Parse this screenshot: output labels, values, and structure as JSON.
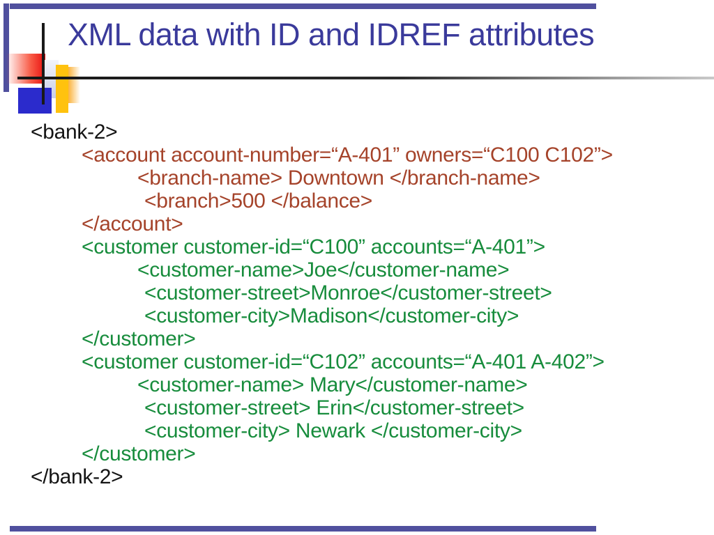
{
  "slide": {
    "title": "XML data with ID and IDREF attributes"
  },
  "colors": {
    "title": "#3a3a9b",
    "border_purple": "#50509e",
    "black": "#141414",
    "darkred": "#a5432a",
    "green": "#178c3c",
    "accent_blue": "#2b2bcc",
    "accent_yellow": "#ffc20e",
    "accent_red": "#e81010"
  },
  "code": {
    "lines": [
      {
        "text": "<bank-2>",
        "color": "black",
        "indent": 0
      },
      {
        "text": "<account account-number=“A-401” owners=“C100 C102”>",
        "color": "darkred",
        "indent": 1
      },
      {
        "text": "<branch-name> Downtown </branch-name>",
        "color": "darkred",
        "indent": 2
      },
      {
        "text": "<branch>500 </balance>",
        "color": "darkred",
        "indent": 3
      },
      {
        "text": "</account>",
        "color": "darkred",
        "indent": 1
      },
      {
        "text": "<customer customer-id=“C100” accounts=“A-401”>",
        "color": "green",
        "indent": 1
      },
      {
        "text": "<customer-name>Joe</customer-name>",
        "color": "green",
        "indent": 2
      },
      {
        "text": "<customer-street>Monroe</customer-street>",
        "color": "green",
        "indent": 3
      },
      {
        "text": "<customer-city>Madison</customer-city>",
        "color": "green",
        "indent": 3
      },
      {
        "text": "</customer>",
        "color": "green",
        "indent": 1
      },
      {
        "text": "<customer customer-id=“C102” accounts=“A-401 A-402”>",
        "color": "green",
        "indent": 1
      },
      {
        "text": "<customer-name> Mary</customer-name>",
        "color": "green",
        "indent": 2
      },
      {
        "text": "<customer-street> Erin</customer-street>",
        "color": "green",
        "indent": 3
      },
      {
        "text": "<customer-city> Newark </customer-city>",
        "color": "green",
        "indent": 3
      },
      {
        "text": "</customer>",
        "color": "green",
        "indent": 1
      },
      {
        "text": "</bank-2>",
        "color": "black",
        "indent": 0
      }
    ]
  }
}
